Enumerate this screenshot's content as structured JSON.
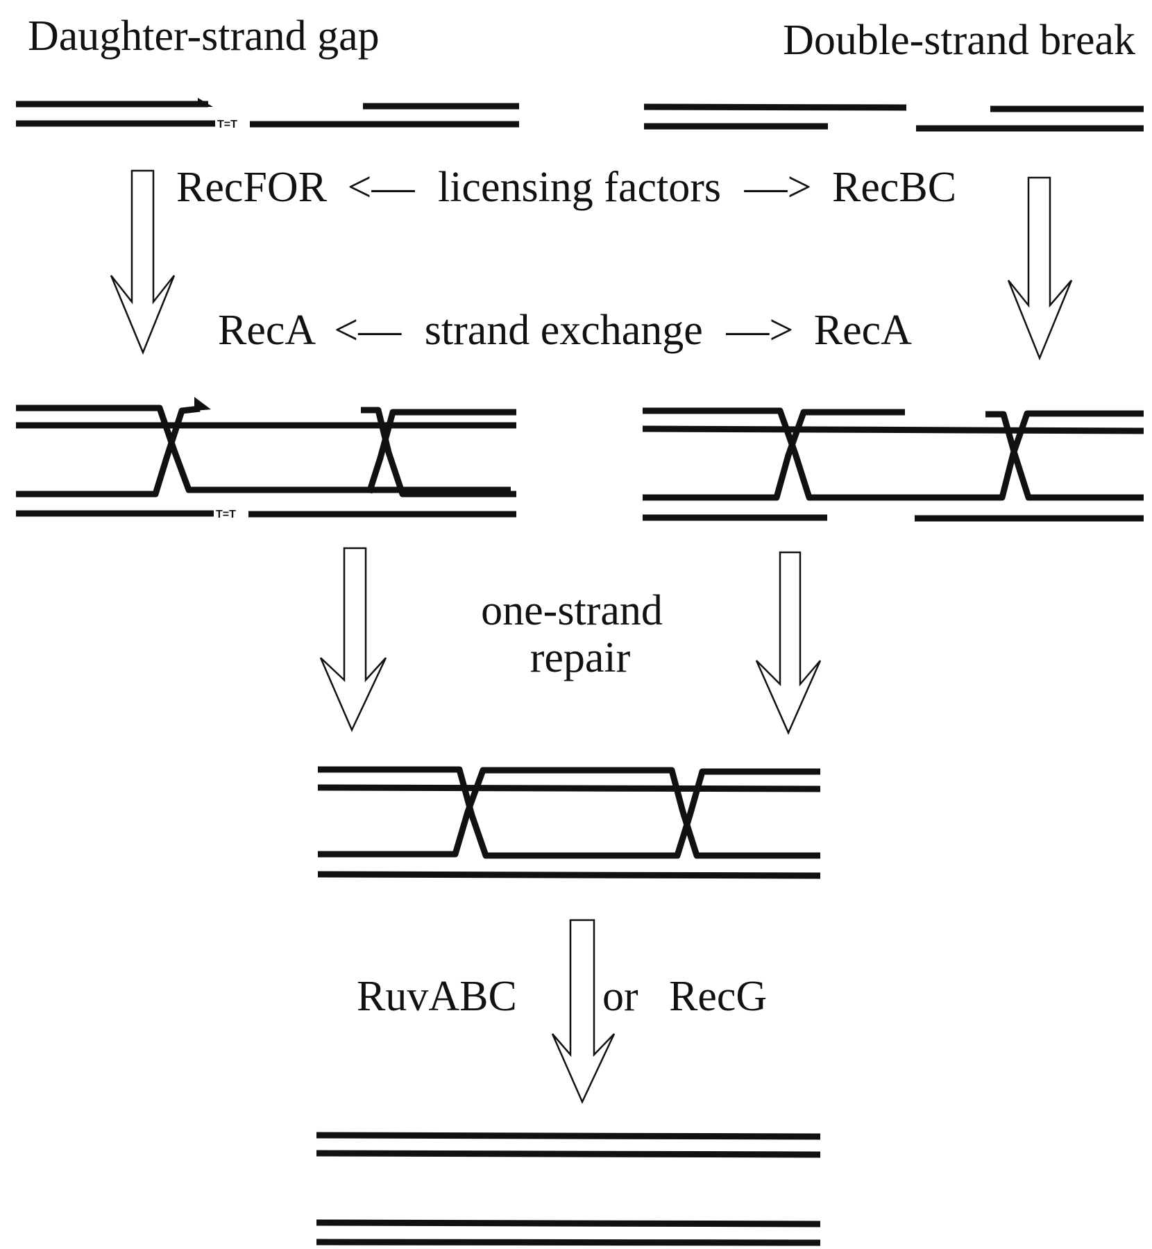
{
  "figure": {
    "headings": {
      "left": "Daughter-strand gap",
      "right": "Double-strand break"
    },
    "steps": {
      "licensing": {
        "left_enzyme": "RecFOR",
        "left_arrow": "<—",
        "process": "licensing factors",
        "right_arrow": "—>",
        "right_enzyme": "RecBC"
      },
      "strand_exchange": {
        "left_enzyme": "RecA",
        "left_arrow": "<—",
        "process": "strand exchange",
        "right_arrow": "—>",
        "right_enzyme": "RecA"
      },
      "one_strand_repair": {
        "line1": "one-strand",
        "line2": "repair"
      },
      "resolution": {
        "enzyme_a": "RuvABC",
        "connector": "or",
        "enzyme_b": "RecG"
      }
    },
    "lesion_label": "T=T",
    "colors": {
      "ink": "#111111",
      "background": "#ffffff"
    }
  }
}
